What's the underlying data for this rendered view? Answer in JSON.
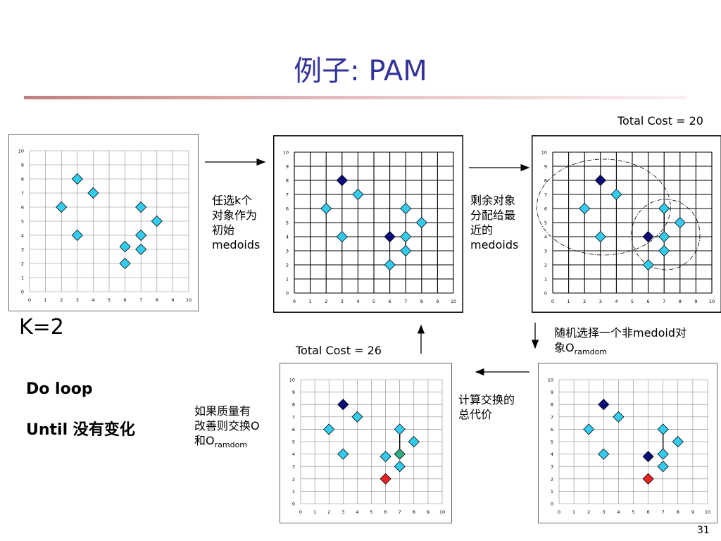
{
  "title": "例子: PAM",
  "total_cost_top": "Total Cost = 20",
  "total_cost_mid": "Total Cost = 26",
  "k_label": "K=2",
  "loop_line1": "Do loop",
  "loop_line2": "Until 没有变化",
  "step1": [
    "任选k个",
    "对象作为",
    "初始",
    "medoids"
  ],
  "step2": [
    "剩余对象",
    "分配给最",
    "近的",
    "medoids"
  ],
  "step3_line1": "随机选择一个非medoid对",
  "step3_line2_prefix": "象O",
  "step3_line2_sub": "ramdom",
  "step4": [
    "计算交换的",
    "总代价"
  ],
  "step5_line1": "如果质量有",
  "step5_line2": "改善则交换O",
  "step5_line3_prefix": "和O",
  "step5_line3_sub": "ramdom",
  "page_number": "31",
  "colors": {
    "title": "#33339a",
    "point": "#33ccee",
    "medoid": "#0b0b7a",
    "random": "#ee2222",
    "swap": "#33aa88"
  },
  "chart_data": [
    {
      "type": "scatter",
      "name": "initial",
      "xlim": [
        0,
        10
      ],
      "ylim": [
        0,
        10
      ],
      "grid": true,
      "points": [
        [
          2,
          6
        ],
        [
          3,
          8
        ],
        [
          4,
          7
        ],
        [
          3,
          4
        ],
        [
          7,
          6
        ],
        [
          8,
          5
        ],
        [
          7,
          4
        ],
        [
          7,
          3
        ],
        [
          6,
          3.2
        ],
        [
          6,
          2
        ]
      ],
      "medoids": [],
      "random": [],
      "swap": [],
      "circles": false,
      "links": []
    },
    {
      "type": "scatter",
      "name": "choose-medoids",
      "xlim": [
        0,
        10
      ],
      "ylim": [
        0,
        10
      ],
      "grid": true,
      "points": [
        [
          2,
          6
        ],
        [
          4,
          7
        ],
        [
          3,
          4
        ],
        [
          7,
          6
        ],
        [
          8,
          5
        ],
        [
          7,
          4
        ],
        [
          7,
          3
        ],
        [
          6,
          2
        ]
      ],
      "medoids": [
        [
          3,
          8
        ],
        [
          6,
          4
        ]
      ],
      "random": [],
      "swap": [],
      "circles": false,
      "links": [
        [
          7,
          4,
          7,
          3
        ]
      ]
    },
    {
      "type": "scatter",
      "name": "assign",
      "xlim": [
        0,
        10
      ],
      "ylim": [
        0,
        10
      ],
      "grid": true,
      "points": [
        [
          2,
          6
        ],
        [
          4,
          7
        ],
        [
          3,
          4
        ],
        [
          7,
          6
        ],
        [
          8,
          5
        ],
        [
          7,
          4
        ],
        [
          7,
          3
        ],
        [
          6,
          2
        ]
      ],
      "medoids": [
        [
          3,
          8
        ],
        [
          6,
          4
        ]
      ],
      "random": [],
      "swap": [],
      "circles": true,
      "links": [
        [
          7,
          6,
          7,
          4
        ]
      ]
    },
    {
      "type": "scatter",
      "name": "random-select",
      "xlim": [
        0,
        10
      ],
      "ylim": [
        0,
        10
      ],
      "grid": true,
      "points": [
        [
          2,
          6
        ],
        [
          4,
          7
        ],
        [
          3,
          4
        ],
        [
          7,
          6
        ],
        [
          8,
          5
        ],
        [
          7,
          4
        ],
        [
          7,
          3
        ]
      ],
      "medoids": [
        [
          3,
          8
        ],
        [
          6,
          3.8
        ]
      ],
      "random": [
        [
          6,
          2
        ]
      ],
      "swap": [],
      "circles": false,
      "links": [
        [
          7,
          6,
          7,
          4
        ]
      ]
    },
    {
      "type": "scatter",
      "name": "swap",
      "xlim": [
        0,
        10
      ],
      "ylim": [
        0,
        10
      ],
      "grid": true,
      "points": [
        [
          2,
          6
        ],
        [
          4,
          7
        ],
        [
          3,
          4
        ],
        [
          7,
          6
        ],
        [
          8,
          5
        ],
        [
          6,
          3.8
        ],
        [
          7,
          3
        ]
      ],
      "medoids": [
        [
          3,
          8
        ]
      ],
      "random": [
        [
          6,
          2
        ]
      ],
      "swap": [
        [
          7,
          4
        ]
      ],
      "circles": false,
      "links": [
        [
          7,
          6,
          7,
          4
        ]
      ]
    }
  ]
}
